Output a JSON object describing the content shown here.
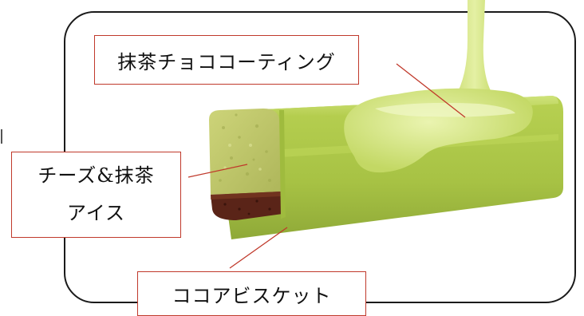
{
  "labels": {
    "coating": "抹茶チョココーティング",
    "ice_line1": "チーズ&抹茶",
    "ice_line2": "アイス",
    "biscuit": "ココアビスケット"
  },
  "colors": {
    "frame": "#1a1a1a",
    "label_border": "#c0392b",
    "matcha_coating": "#b9d354",
    "matcha_ice": "#c3cd6e",
    "cocoa_biscuit": "#5a2418"
  }
}
